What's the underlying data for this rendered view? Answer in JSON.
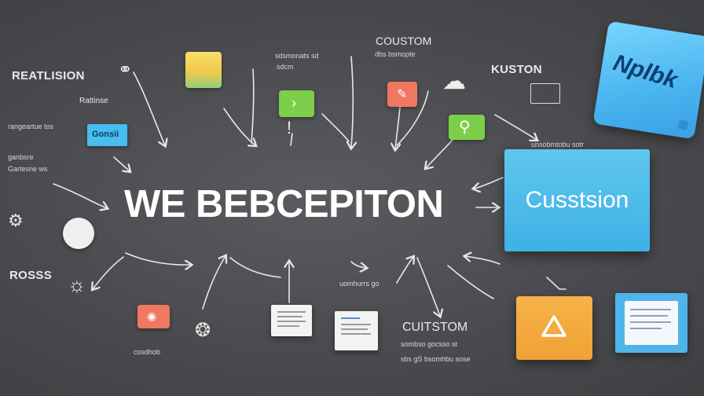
{
  "diagram": {
    "center_title": "WE BEBCEPITON",
    "labels": {
      "reatlision": "REATLISION",
      "rattinse": "Rattinse",
      "rangeartue": "rangeartue tos",
      "ganbsre": "ganbsre",
      "gartesne": "Gartesne ws",
      "rosss": "ROSSS",
      "custom_top": "COUSTOM",
      "left_top_a": "sdsmonats sd",
      "left_top_b": "sdcm",
      "right_top_a": "dbs bsmopte",
      "kuston": "KUSTON",
      "small_right": "unsobmtobu sotr",
      "cuitstom": "CUITSTOM",
      "cuitstom_sub1": "sombso gocsso st",
      "cuitstom_sub2": "sbs gS bsomhbu sose",
      "bottom_mid": "uomhurrs go",
      "bottom_left": "cosdhob"
    },
    "boxes": {
      "cyan_chip": "Gonsii",
      "custom_box": "Cusstsion",
      "card": "Nplbk"
    }
  },
  "colors": {
    "background": "#4a4b4e",
    "blue": "#46b6ea",
    "orange": "#f2a63a",
    "green": "#7dcf4b",
    "coral": "#f07760",
    "yellow": "#f5d658",
    "text": "#ffffff"
  }
}
